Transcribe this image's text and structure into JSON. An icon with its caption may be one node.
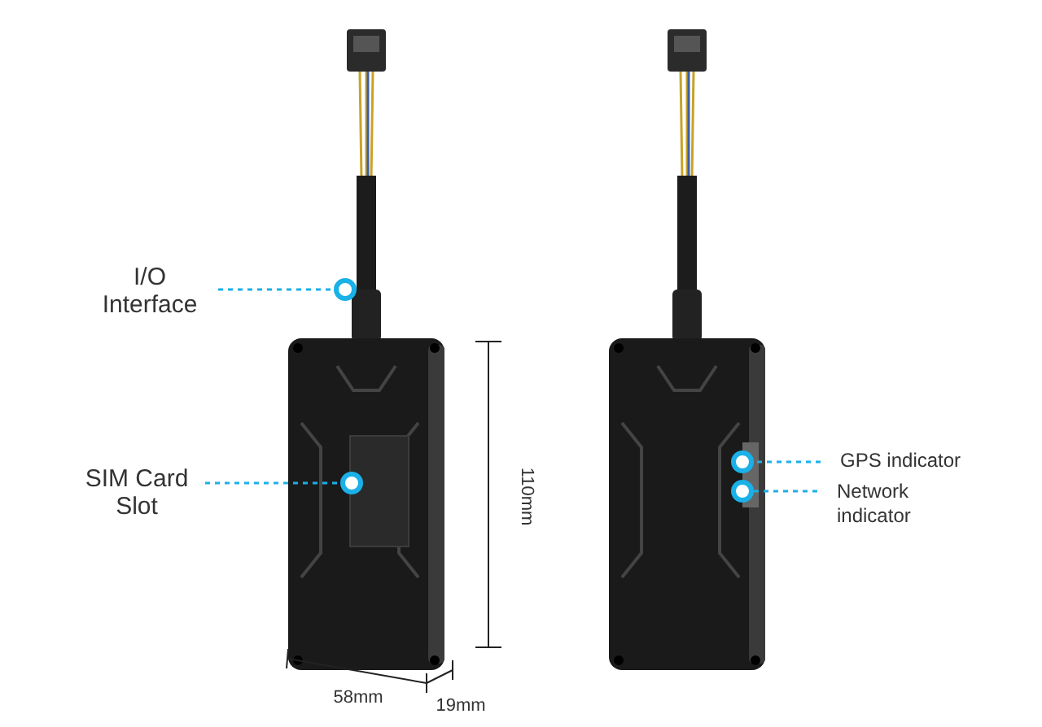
{
  "diagram": {
    "nodes": [
      {
        "text": [
          "I/O Interface"
        ]
      },
      {
        "text": [],
        "shape": "circle"
      },
      {
        "text": [
          "SIM Card Slot"
        ]
      },
      {
        "text": [],
        "shape": "circle"
      },
      {
        "text": [
          "GPS indicator"
        ]
      },
      {
        "text": [],
        "shape": "circle"
      },
      {
        "text": [
          "Network indicator"
        ]
      },
      {
        "text": [],
        "shape": "circle"
      }
    ],
    "edges": [
      {
        "from": 0,
        "to": 1,
        "arrow": "none",
        "style": "dashed"
      },
      {
        "from": 2,
        "to": 3,
        "arrow": "none",
        "style": "dashed"
      },
      {
        "from": 4,
        "to": 5,
        "arrow": "none",
        "style": "dashed"
      },
      {
        "from": 6,
        "to": 7,
        "arrow": "none",
        "style": "dashed"
      }
    ],
    "labels": [
      "110mm",
      "58mm",
      "19mm"
    ]
  }
}
